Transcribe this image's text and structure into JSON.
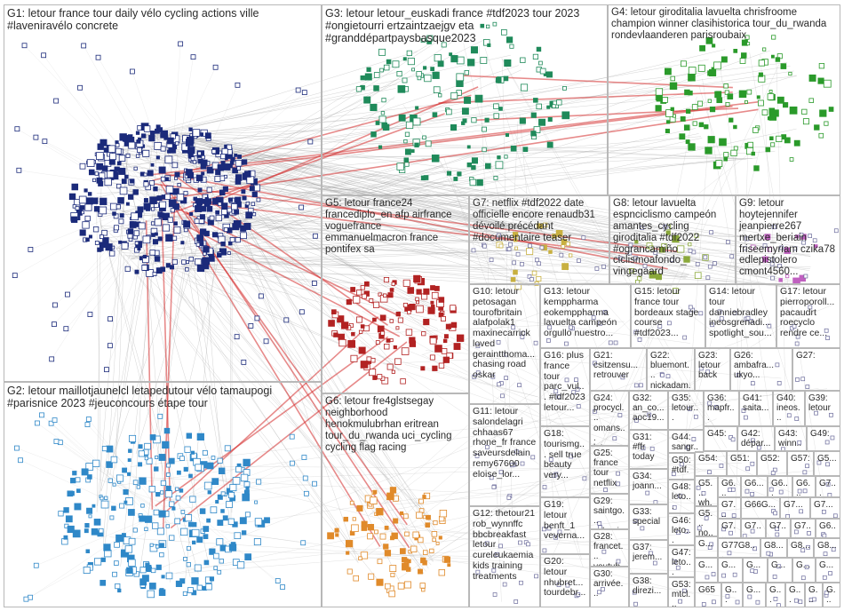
{
  "groups": [
    {
      "id": "G1",
      "label": "G1: letour france tour daily vélo cycling actions ville #laveniravélo concrete",
      "color": "#1b2a7a"
    },
    {
      "id": "G2",
      "label": "G2: letour maillotjaunelcl letapedutour vélo tamaupogi #parisnice 2023 #jeuconcours étape tour",
      "color": "#2f88c8"
    },
    {
      "id": "G3",
      "label": "G3: letour letour_euskadi france #tdf2023 tour 2023 #ongietourri ertzaintzaejgv eta #granddépartpaysbasque2023",
      "color": "#1f8a5a"
    },
    {
      "id": "G4",
      "label": "G4: letour giroditalia lavuelta chrisfroome champion winner clasihistorica tour_du_rwanda rondevlaanderen parisroubaix",
      "color": "#2a9a2a"
    },
    {
      "id": "G5",
      "label": "G5: letour france24 francediplo_en afp airfrance voguefrance emmanuelmacron france pontifex sa",
      "color": "#b22222"
    },
    {
      "id": "G6",
      "label": "G6: letour fre4glstsegay neighborhood henokmulubrhan eritrean tour_du_rwanda uci_cycling cycling flag racing",
      "color": "#e08a2a"
    },
    {
      "id": "G7",
      "label": "G7: netflix #tdf2022 date officielle encore renaudb31 dévoilé précédant #documentaire teaser",
      "color": "#c8b040"
    },
    {
      "id": "G8",
      "label": "G8: letour lavuelta espnciclismo campeón amantes_cycling giroditalia #tdf2022 #ograncamiño ciclismoafondo_ vingegaard",
      "color": "#8aa83a"
    },
    {
      "id": "G9",
      "label": "G9: letour hoytejennifer jeanpierre267 mertxe_beriain friseemyriam czika78 edlepistolero cmont4560...",
      "color": "#c060c0"
    },
    {
      "id": "G10",
      "label": "G10: letour petosagan tourofbritain alafpolak1 maxinecarrick loved geraintthoma... chasing road oskar",
      "color": "#6a6a6a"
    },
    {
      "id": "G11",
      "label": "G11: letour salondelagri chhaas67 rhone_fr france saveursdelain remy67600 eloise_lor...",
      "color": "#7aa0c0"
    },
    {
      "id": "G12",
      "label": "G12: thetour21 rob_wynnffc bbcbreakfast letour cureleukaemia kids training treatments",
      "color": "#888888"
    },
    {
      "id": "G13",
      "label": "G13: letour kemppharma eokemppharma lavuelta campeón orgullo nuestro...",
      "color": "#5aa05a"
    },
    {
      "id": "G14",
      "label": "G14: letour tour danniebradley ineosgrenadi... spotlight_sou...",
      "color": "#3a7ac0"
    },
    {
      "id": "G15",
      "label": "G15: letour france tour bordeaux stage course #tdf2023...",
      "color": "#9a9a40"
    },
    {
      "id": "G16",
      "label": "G16: plus france tour parc_vul... #tdf2023 letour...",
      "color": "#a0a0a0"
    },
    {
      "id": "G17",
      "label": "G17: letour pierroporoll... pacaudrt roecyclo rendre ce...",
      "color": "#c08040"
    },
    {
      "id": "G18",
      "label": "G18: tourismg... sell true beauty very...",
      "color": "#50a0a0"
    },
    {
      "id": "G19",
      "label": "G19: letour benft_1 veverna...",
      "color": "#d06080"
    },
    {
      "id": "G20",
      "label": "G20: letour nhubret... tourdebr...",
      "color": "#707070"
    },
    {
      "id": "G21",
      "label": "G21: csitzensu... retrouver",
      "color": "#909090"
    },
    {
      "id": "G22",
      "label": "G22: bluemont... nickadam...",
      "color": "#4a8ac0"
    },
    {
      "id": "G23",
      "label": "G23: letour back",
      "color": "#a04040"
    },
    {
      "id": "G24",
      "label": "G24: procycl... omans... letour...",
      "color": "#8080c0"
    },
    {
      "id": "G25",
      "label": "G25: france tour netflix",
      "color": "#c06040"
    },
    {
      "id": "G26",
      "label": "G26: ambafra... ukyo...",
      "color": "#6060a0"
    },
    {
      "id": "G27",
      "label": "G27:",
      "color": "#40a060"
    },
    {
      "id": "G28",
      "label": "G28: francet... youtub...",
      "color": "#a060a0"
    },
    {
      "id": "G29",
      "label": "G29: saintgo... schnei...",
      "color": "#6a9a6a"
    },
    {
      "id": "G30",
      "label": "G30: arrivée...",
      "color": "#9a6a6a"
    },
    {
      "id": "G31",
      "label": "G31: #ffr today",
      "color": "#6a6a9a"
    },
    {
      "id": "G32",
      "label": "G32: an_co... aoc19...",
      "color": "#9a9a6a"
    },
    {
      "id": "G33",
      "label": "G33: special",
      "color": "#6a9a9a"
    },
    {
      "id": "G34",
      "label": "G34: joann...",
      "color": "#9a6a9a"
    },
    {
      "id": "G35",
      "label": "G35: letour...",
      "color": "#5a5aa0"
    },
    {
      "id": "G36",
      "label": "G36: mapfr...",
      "color": "#a05a5a"
    },
    {
      "id": "G37",
      "label": "G37: jerem...",
      "color": "#5aa05a"
    },
    {
      "id": "G38",
      "label": "G38: direzi...",
      "color": "#a0a05a"
    },
    {
      "id": "G39",
      "label": "G39: letour",
      "color": "#5aa0a0"
    },
    {
      "id": "G40",
      "label": "G40: ineos...",
      "color": "#a05aa0"
    },
    {
      "id": "G41",
      "label": "G41: saita...",
      "color": "#7a5a3a"
    },
    {
      "id": "G42",
      "label": "G42: dépar...",
      "color": "#3a5a7a"
    },
    {
      "id": "G43",
      "label": "G43: winn...",
      "color": "#5a7a3a"
    },
    {
      "id": "G44",
      "label": "G44: sangr...",
      "color": "#7a3a5a"
    },
    {
      "id": "G45",
      "label": "G45:",
      "color": "#3a7a5a"
    },
    {
      "id": "G46",
      "label": "G46: leto...",
      "color": "#5a3a7a"
    },
    {
      "id": "G47",
      "label": "G47: leto...",
      "color": "#7a7a3a"
    },
    {
      "id": "G48",
      "label": "G48: leto...",
      "color": "#3a7a7a"
    },
    {
      "id": "G49",
      "label": "G49:",
      "color": "#7a3a7a"
    },
    {
      "id": "G50",
      "label": "G50: #tdf...",
      "color": "#4a6a8a"
    },
    {
      "id": "G51",
      "label": "G51:",
      "color": "#8a6a4a"
    },
    {
      "id": "G52",
      "label": "G52:",
      "color": "#6a8a4a"
    },
    {
      "id": "G53",
      "label": "G53: mtcl...",
      "color": "#8a4a6a"
    },
    {
      "id": "G54",
      "label": "G54:",
      "color": "#4a8a6a"
    },
    {
      "id": "G55",
      "label": "G5... wh...",
      "color": "#6a4a8a"
    },
    {
      "id": "G56",
      "label": "G5... no...",
      "color": "#8a8a4a"
    },
    {
      "id": "G57",
      "label": "G57:",
      "color": "#4a8a8a"
    },
    {
      "id": "G58",
      "label": "G5...",
      "color": "#8a4a8a"
    },
    {
      "id": "G59",
      "label": "G6...",
      "color": "#5a6a7a"
    },
    {
      "id": "G60",
      "label": "G6...",
      "color": "#7a6a5a"
    },
    {
      "id": "G61",
      "label": "G6...",
      "color": "#6a7a5a"
    },
    {
      "id": "G62",
      "label": "G6...",
      "color": "#7a5a6a"
    },
    {
      "id": "G63",
      "label": "G7...",
      "color": "#5a7a6a"
    },
    {
      "id": "G64",
      "label": "G7...",
      "color": "#6a5a7a"
    },
    {
      "id": "G65",
      "label": "G7...",
      "color": "#7a7a5a"
    },
    {
      "id": "G66",
      "label": "G66G...",
      "color": "#5a7a7a"
    },
    {
      "id": "G67",
      "label": "G7...",
      "color": "#7a5a7a"
    },
    {
      "id": "G68",
      "label": "G7...",
      "color": "#4a5a6a"
    },
    {
      "id": "G69",
      "label": "G7...",
      "color": "#6a5a4a"
    },
    {
      "id": "G70",
      "label": "G7...",
      "color": "#5a6a4a"
    },
    {
      "id": "G71",
      "label": "G7...",
      "color": "#6a4a5a"
    },
    {
      "id": "G72",
      "label": "G77G8...",
      "color": "#4a6a5a"
    },
    {
      "id": "G73",
      "label": "G8...",
      "color": "#5a4a6a"
    },
    {
      "id": "G74",
      "label": "G8...",
      "color": "#6a6a4a"
    },
    {
      "id": "G75",
      "label": "G6...",
      "color": "#4a6a6a"
    },
    {
      "id": "G76",
      "label": "G8...",
      "color": "#6a4a6a"
    },
    {
      "id": "G77",
      "label": "G...",
      "color": "#707050"
    },
    {
      "id": "G78",
      "label": "G...",
      "color": "#507070"
    },
    {
      "id": "G79",
      "label": "G...",
      "color": "#705070"
    },
    {
      "id": "G80",
      "label": "G...",
      "color": "#505070"
    },
    {
      "id": "G81",
      "label": "G...",
      "color": "#707070"
    },
    {
      "id": "G82",
      "label": "G...",
      "color": "#505050"
    },
    {
      "id": "G83",
      "label": "G...",
      "color": "#705050"
    },
    {
      "id": "G84",
      "label": "G...",
      "color": "#507050"
    },
    {
      "id": "G85",
      "label": "G...",
      "color": "#505070"
    },
    {
      "id": "G86",
      "label": "G65",
      "color": "#606060"
    },
    {
      "id": "G87",
      "label": "G...",
      "color": "#707060"
    },
    {
      "id": "G88",
      "label": "G...",
      "color": "#607070"
    },
    {
      "id": "G89",
      "label": "G...",
      "color": "#706070"
    },
    {
      "id": "G90",
      "label": "G...",
      "color": "#606070"
    },
    {
      "id": "G91",
      "label": "G...",
      "color": "#706060"
    },
    {
      "id": "G92",
      "label": "G...",
      "color": "#607060"
    }
  ],
  "colors": {
    "edge": "#a0a0a0",
    "heavy_edge": "#d42a2a",
    "border": "#b8b8b8",
    "text": "#2a2a2a"
  }
}
